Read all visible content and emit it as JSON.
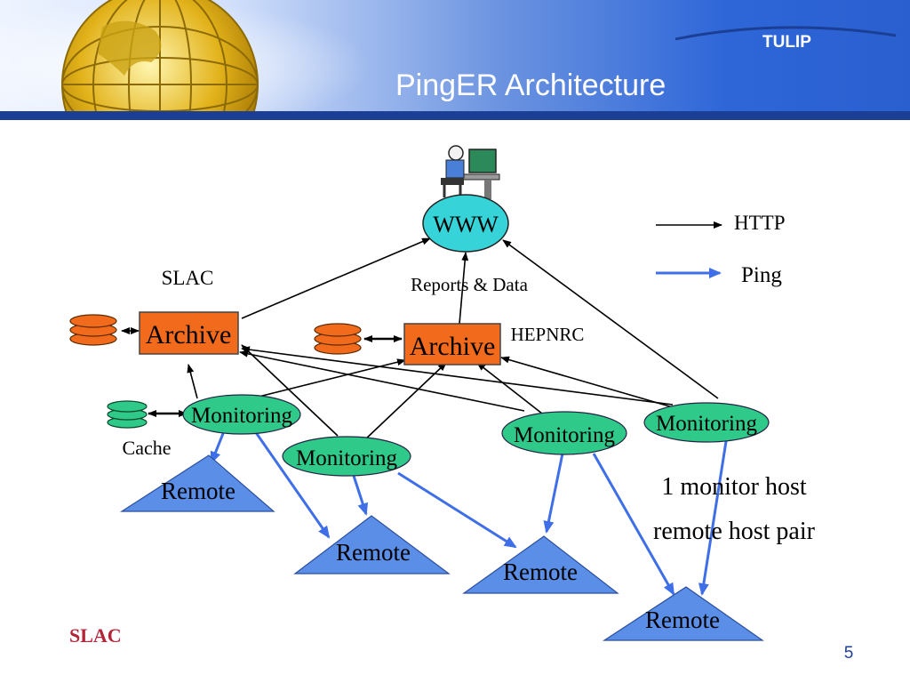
{
  "slide": {
    "title": "PingER Architecture",
    "brand": "TULIP",
    "page_number": "5",
    "footer_logo": "SLAC"
  },
  "diagram": {
    "www_label": "WWW",
    "reports_label": "Reports & Data",
    "slac_label": "SLAC",
    "hepnrc_label": "HEPNRC",
    "archive_label": "Archive",
    "monitoring_label": "Monitoring",
    "remote_label": "Remote",
    "cache_label": "Cache",
    "note_line1": "1 monitor host",
    "note_line2": "remote host pair",
    "colors": {
      "archive": "#f26a1c",
      "monitoring": "#2fc98a",
      "www": "#36d3d8",
      "remote": "#5b8ee6",
      "ping_arrow": "#3f6fe8",
      "http_arrow": "#000000",
      "database": "#f26a1c",
      "cache_db": "#2fc98a"
    }
  },
  "legend": {
    "http_label": "HTTP",
    "ping_label": "Ping"
  }
}
